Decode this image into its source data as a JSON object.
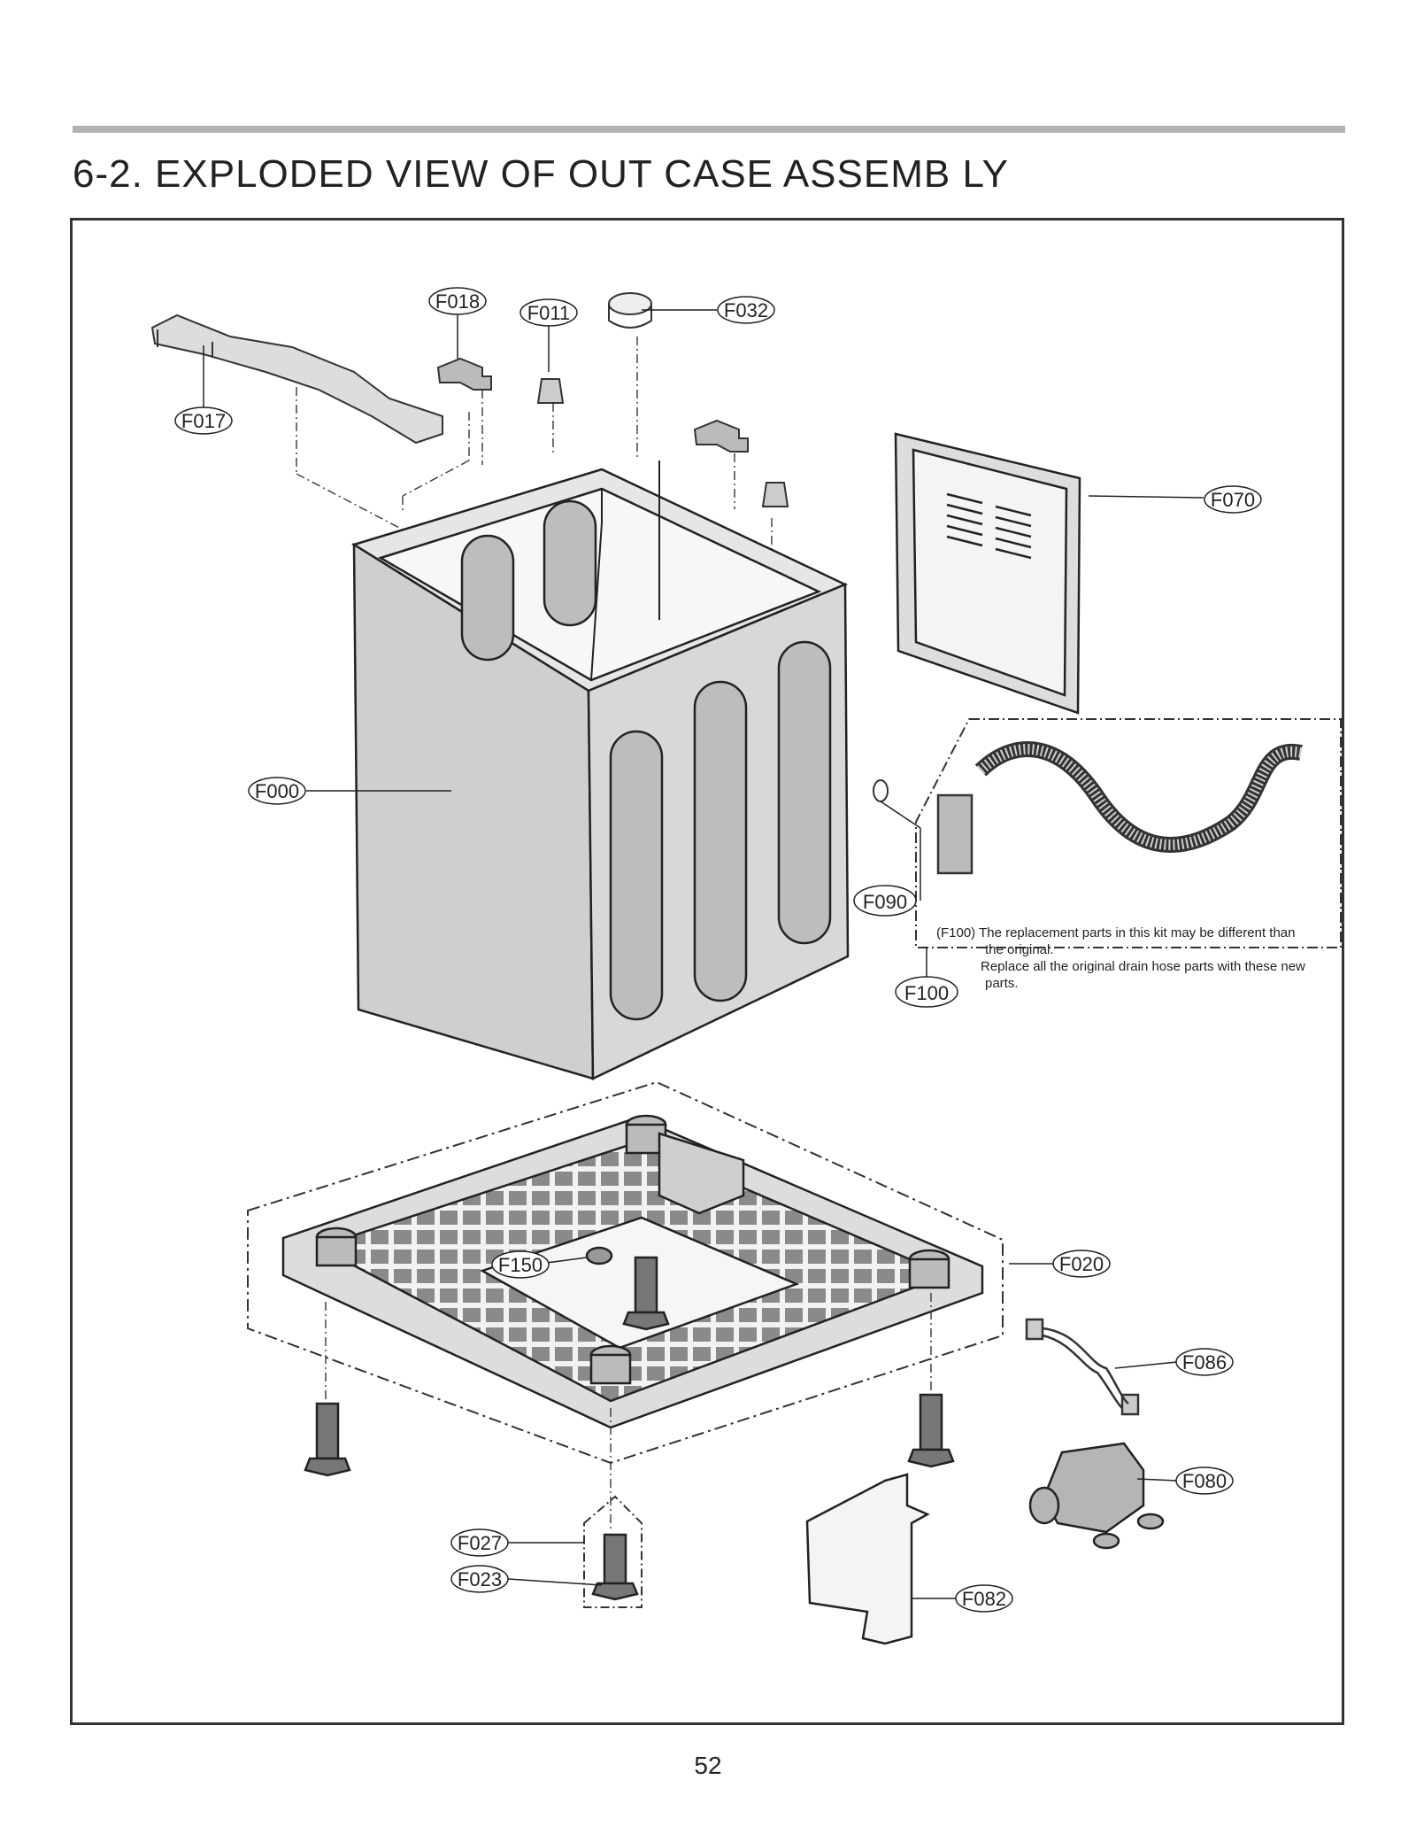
{
  "header": {
    "title": "6-2. EXPLODED VIEW OF OUT CASE ASSEMB LY"
  },
  "callouts": {
    "F017": "F017",
    "F018": "F018",
    "F011": "F011",
    "F032": "F032",
    "F070": "F070",
    "F000": "F000",
    "F090": "F090",
    "F100": "F100",
    "F150": "F150",
    "F020": "F020",
    "F086": "F086",
    "F080": "F080",
    "F027": "F027",
    "F023": "F023",
    "F082": "F082"
  },
  "note": {
    "line1": "(F100) The replacement parts in this kit may be different  than",
    "line2": "the original.",
    "line3": "Replace all the original drain hose parts with these new",
    "line4": "parts."
  },
  "footer": {
    "page_number": "52"
  }
}
